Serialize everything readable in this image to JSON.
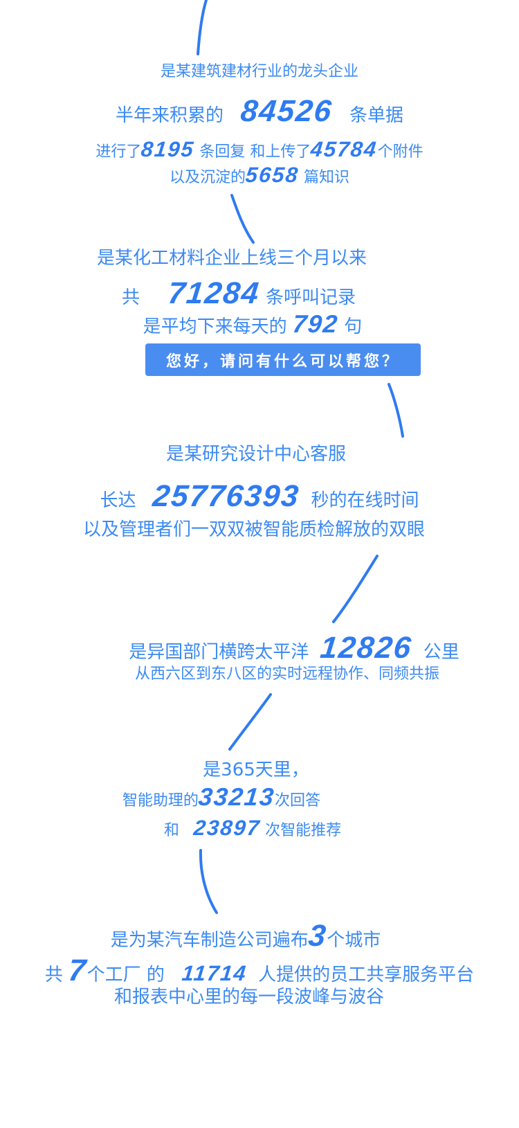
{
  "colors": {
    "accent": "#3b8af2",
    "number": "#2f7bf0",
    "bubble_bg": "#4a8df0",
    "bubble_text": "#ffffff"
  },
  "s1": {
    "line1": "是某建筑建材行业的龙头企业",
    "line2_pre": "半年来积累的",
    "n1": "84526",
    "line2_post": "条单据",
    "line3_pre": "进行了",
    "n2": "8195",
    "line3_mid": "条回复 和上传了",
    "n3": "45784",
    "line3_post": "个附件",
    "line4_pre": "以及沉淀的",
    "n4": "5658",
    "line4_post": "篇知识"
  },
  "s2": {
    "line1": "是某化工材料企业上线三个月以来",
    "line2_pre": "共",
    "n1": "71284",
    "line2_post": "条呼叫记录",
    "line3_pre": "是平均下来每天的",
    "n2": "792",
    "line3_post": "句",
    "bubble": "您好，请问有什么可以帮您？"
  },
  "s3": {
    "line1": "是某研究设计中心客服",
    "line2_pre": "长达",
    "n1": "25776393",
    "line2_post": "秒的在线时间",
    "line3": "以及管理者们一双双被智能质检解放的双眼"
  },
  "s4": {
    "line1_pre": "是异国部门横跨太平洋",
    "n1": "12826",
    "line1_post": "公里",
    "line2": "从西六区到东八区的实时远程协作、同频共振"
  },
  "s5": {
    "line1": "是365天里，",
    "line2_pre": "智能助理的",
    "n1": "33213",
    "line2_post": "次回答",
    "line3_pre": "和",
    "n2": "23897",
    "line3_post": "次智能推荐"
  },
  "s6": {
    "line1_pre": "是为某汽车制造公司遍布",
    "n1": "3",
    "line1_post": "个城市",
    "line2_pre": "共",
    "n2": "7",
    "line2_mid": "个工厂 的",
    "n3": "11714",
    "line2_post": "人提供的员工共享服务平台",
    "line3": "和报表中心里的每一段波峰与波谷"
  }
}
